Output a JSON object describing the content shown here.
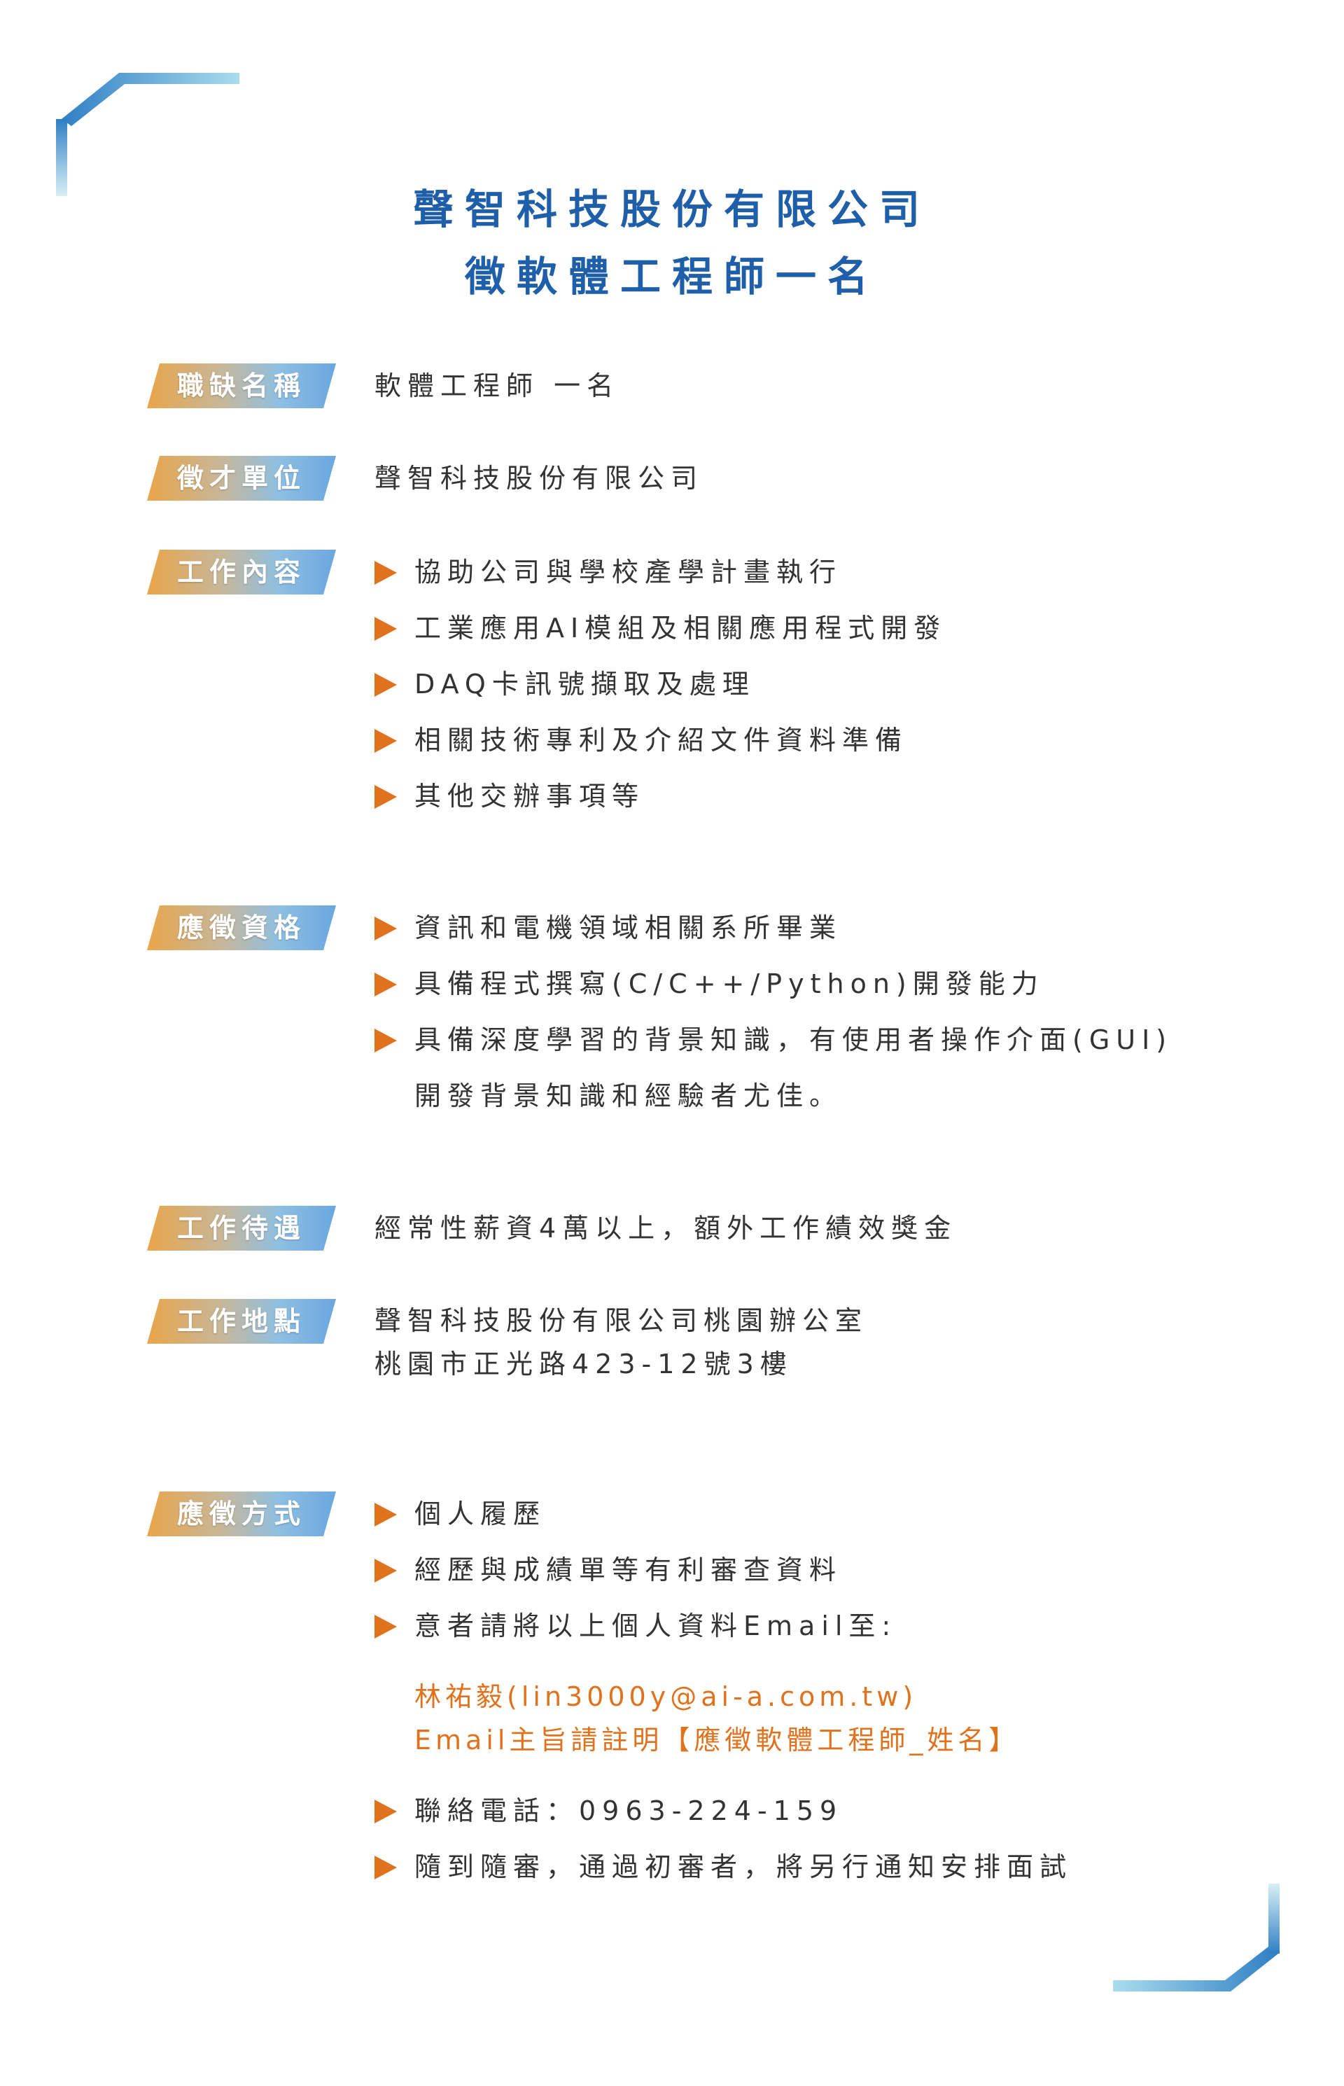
{
  "colors": {
    "title": "#1f5fa9",
    "bullet": "#e0721d",
    "highlight": "#e0721d",
    "text": "#333333"
  },
  "header": {
    "company": "聲智科技股份有限公司",
    "headline": "徵軟體工程師一名"
  },
  "job_title": {
    "label": "職缺名稱",
    "value": "軟體工程師 一名"
  },
  "employer": {
    "label": "徵才單位",
    "value": "聲智科技股份有限公司"
  },
  "duties": {
    "label": "工作內容",
    "items": [
      "協助公司與學校產學計畫執行",
      "工業應用AI模組及相關應用程式開發",
      "DAQ卡訊號擷取及處理",
      "相關技術專利及介紹文件資料準備",
      "其他交辦事項等"
    ]
  },
  "qualifications": {
    "label": "應徵資格",
    "items": [
      "資訊和電機領域相關系所畢業",
      "具備程式撰寫(C/C++/Python)開發能力",
      "具備深度學習的背景知識，有使用者操作介面(GUI)"
    ],
    "continuation": "開發背景知識和經驗者尤佳。"
  },
  "benefits": {
    "label": "工作待遇",
    "value": "經常性薪資4萬以上，額外工作績效獎金"
  },
  "location": {
    "label": "工作地點",
    "line1": "聲智科技股份有限公司桃園辦公室",
    "line2": "桃園市正光路423-12號3樓"
  },
  "apply": {
    "label": "應徵方式",
    "items": [
      "個人履歷",
      "經歷與成績單等有利審查資料",
      "意者請將以上個人資料Email至:"
    ],
    "contact_line1": "林祐毅(lin3000y@ai-a.com.tw)",
    "contact_line2": "Email主旨請註明【應徵軟體工程師_姓名】",
    "items2": [
      "聯絡電話：0963-224-159",
      "隨到隨審，通過初審者，將另行通知安排面試"
    ]
  }
}
